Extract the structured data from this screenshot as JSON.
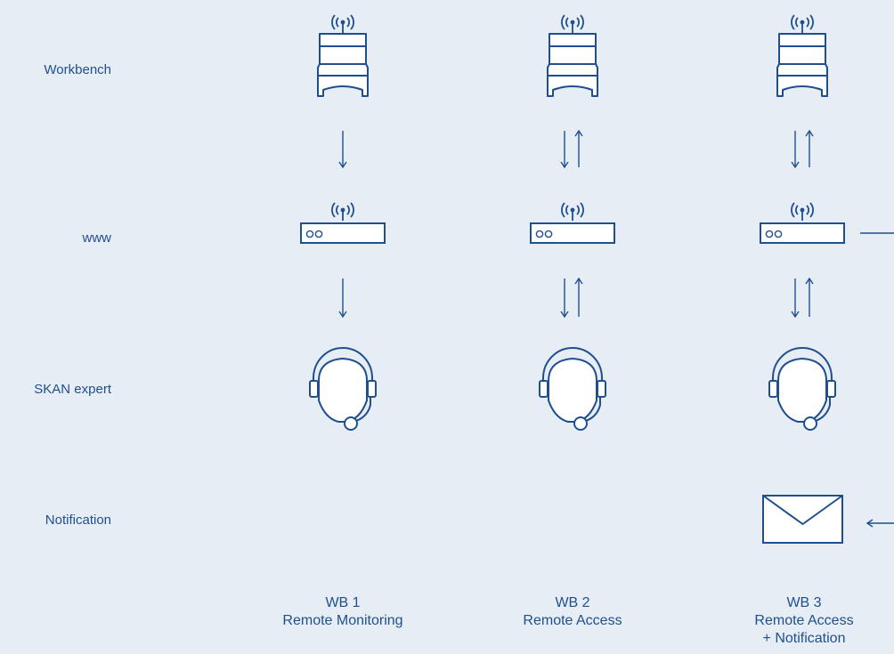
{
  "rows": {
    "workbench": "Workbench",
    "www": "www",
    "expert": "SKAN expert",
    "notification": "Notification"
  },
  "columns": [
    {
      "id": "WB 1",
      "name": "Remote Monitoring",
      "extra": ""
    },
    {
      "id": "WB 2",
      "name": "Remote Access",
      "extra": ""
    },
    {
      "id": "WB 3",
      "name": "Remote Access",
      "extra": "+ Notification"
    }
  ],
  "colors": {
    "background": "#e7edf5",
    "stroke": "#1f4f8e",
    "fill": "#ffffff"
  },
  "icons": {
    "workbench": "workbench-icon",
    "router": "router-icon",
    "expert": "headset-expert-icon",
    "notification": "envelope-icon"
  }
}
